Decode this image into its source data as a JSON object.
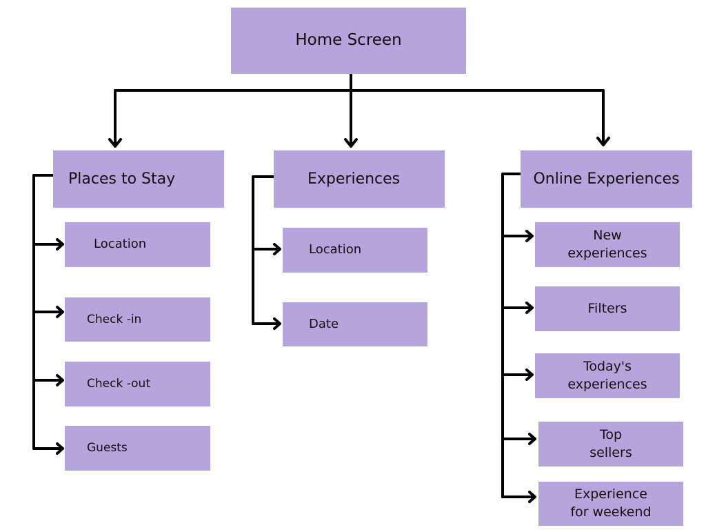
{
  "colors": {
    "box_fill": "#b6a4dd",
    "connector": "#000000",
    "text": "#111111"
  },
  "root": {
    "label": "Home Screen"
  },
  "categories": [
    {
      "label": "Places to Stay",
      "items": [
        "Location",
        "Check -in",
        "Check -out",
        "Guests"
      ]
    },
    {
      "label": "Experiences",
      "items": [
        "Location",
        "Date"
      ]
    },
    {
      "label": "Online Experiences",
      "items": [
        "New\nexperiences",
        "Filters",
        "Today's\nexperiences",
        "Top\nsellers",
        "Experience\nfor weekend"
      ]
    }
  ]
}
